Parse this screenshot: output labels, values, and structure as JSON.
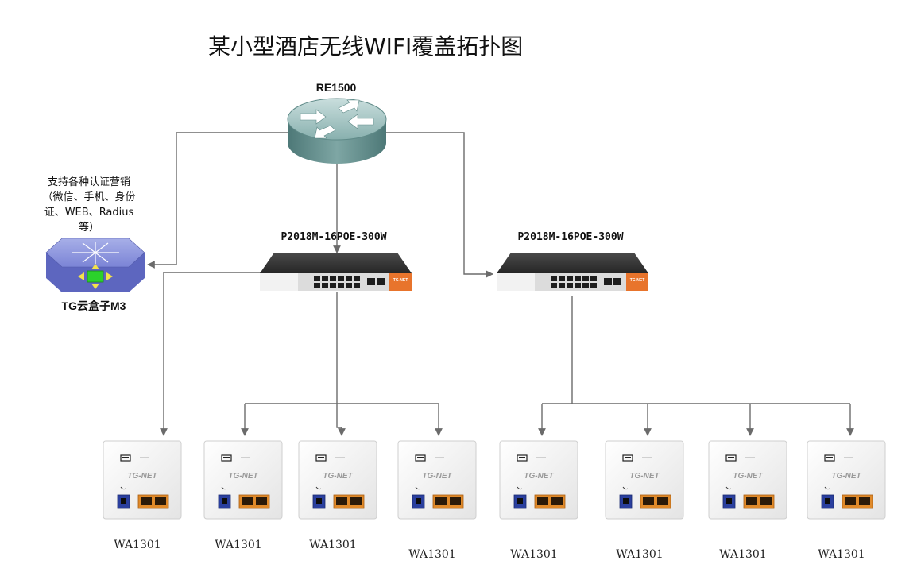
{
  "title": "某小型酒店无线WIFI覆盖拓扑图",
  "router": {
    "label": "RE1500"
  },
  "cloud_box": {
    "note_lines": [
      "支持各种认证营销",
      "（微信、手机、身份",
      "证、WEB、Radius",
      "等）"
    ],
    "label": "TG云盒子M3"
  },
  "switches": [
    {
      "label": "P2018M-16POE-300W",
      "brand": "TG-NET"
    },
    {
      "label": "P2018M-16POE-300W",
      "brand": "TG-NET"
    }
  ],
  "access_points": [
    {
      "label": "WA1301",
      "brand": "TG-NET"
    },
    {
      "label": "WA1301",
      "brand": "TG-NET"
    },
    {
      "label": "WA1301",
      "brand": "TG-NET"
    },
    {
      "label": "WA1301",
      "brand": "TG-NET"
    },
    {
      "label": "WA1301",
      "brand": "TG-NET"
    },
    {
      "label": "WA1301",
      "brand": "TG-NET"
    },
    {
      "label": "WA1301",
      "brand": "TG-NET"
    },
    {
      "label": "WA1301",
      "brand": "TG-NET"
    }
  ],
  "colors": {
    "router": "#6f9c9a",
    "switch_body": "#3a3a3a",
    "switch_accent": "#e8742c",
    "cloud_box": "#6b74c9",
    "cloud_center": "#2bd12b",
    "ap_port_blue": "#2a3f9e",
    "ap_port_orange": "#e08a2a",
    "link": "#6b6b6b"
  }
}
